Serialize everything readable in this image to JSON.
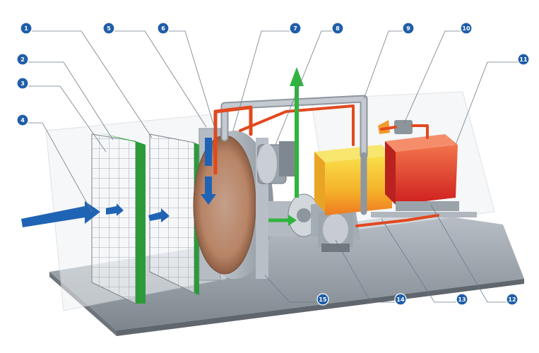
{
  "callouts": [
    {
      "id": "c1",
      "label": "1"
    },
    {
      "id": "c2",
      "label": "2"
    },
    {
      "id": "c3",
      "label": "3"
    },
    {
      "id": "c4",
      "label": "4"
    },
    {
      "id": "c5",
      "label": "5"
    },
    {
      "id": "c6",
      "label": "6"
    },
    {
      "id": "c7",
      "label": "7"
    },
    {
      "id": "c8",
      "label": "8"
    },
    {
      "id": "c9",
      "label": "9"
    },
    {
      "id": "c10",
      "label": "10"
    },
    {
      "id": "c11",
      "label": "11"
    },
    {
      "id": "c12",
      "label": "12"
    },
    {
      "id": "c13",
      "label": "13"
    },
    {
      "id": "c14",
      "label": "14"
    },
    {
      "id": "c15",
      "label": "15"
    }
  ],
  "colors": {
    "process_air": "#1f63b5",
    "regen_air": "#e2481e",
    "supply_air": "#2fb43d",
    "duct": "#a9b1ba",
    "base_plate": "#8e969e",
    "filter_frame": "#3cb84a",
    "cooling_coil": "#f0b62b",
    "heating_coil": "#e23a2a",
    "callout_badge": "#1f5ea8"
  },
  "icons": {
    "airflow_in": "airflow-arrow-icon",
    "airflow_out": "airflow-up-arrow-icon",
    "burner": "burner-flame-icon"
  }
}
